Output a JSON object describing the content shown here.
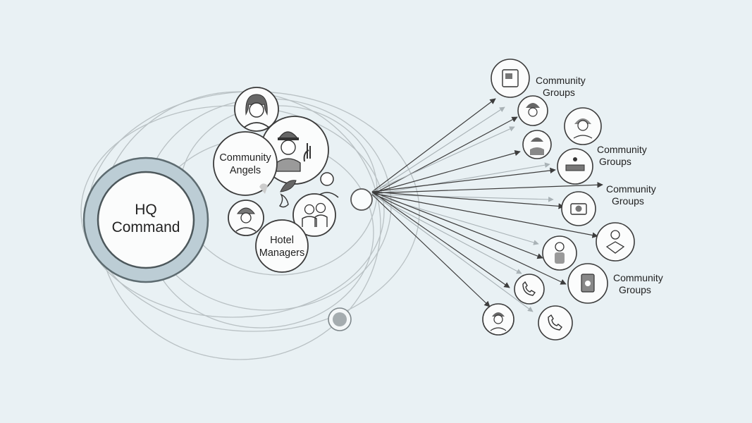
{
  "hq": {
    "line1": "HQ",
    "line2": "Command"
  },
  "community_angels": {
    "line1": "Community",
    "line2": "Angels"
  },
  "hotel_managers": {
    "line1": "Hotel",
    "line2": "Managers"
  },
  "community_groups": [
    {
      "line1": "Community",
      "line2": "Groups"
    },
    {
      "line1": "Community",
      "line2": "Groups"
    },
    {
      "line1": "Community",
      "line2": "Groups"
    },
    {
      "line1": "Community",
      "line2": "Groups"
    }
  ]
}
